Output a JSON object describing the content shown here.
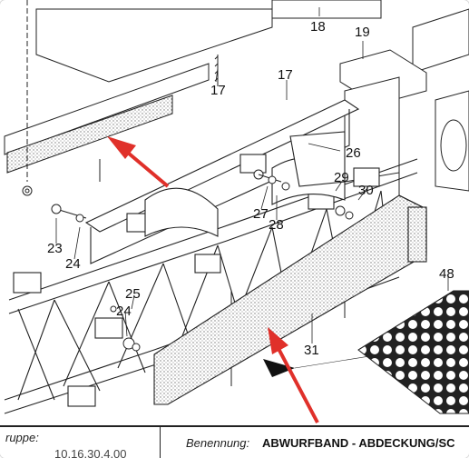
{
  "part_labels": [
    "17",
    "17",
    "18",
    "19",
    "26",
    "29",
    "30",
    "27",
    "28",
    "23",
    "24",
    "25",
    "24",
    "31",
    "48"
  ],
  "title_block": {
    "gruppe_label": "ruppe:",
    "gruppe_value": "10.16.30.4.00",
    "benennung_label": "Benennung:",
    "benennung_value": "ABWURFBAND - ABDECKUNG/SC"
  },
  "colors": {
    "arrow": "#e0302a",
    "line": "#222222",
    "mesh": "#9a9a9a"
  }
}
